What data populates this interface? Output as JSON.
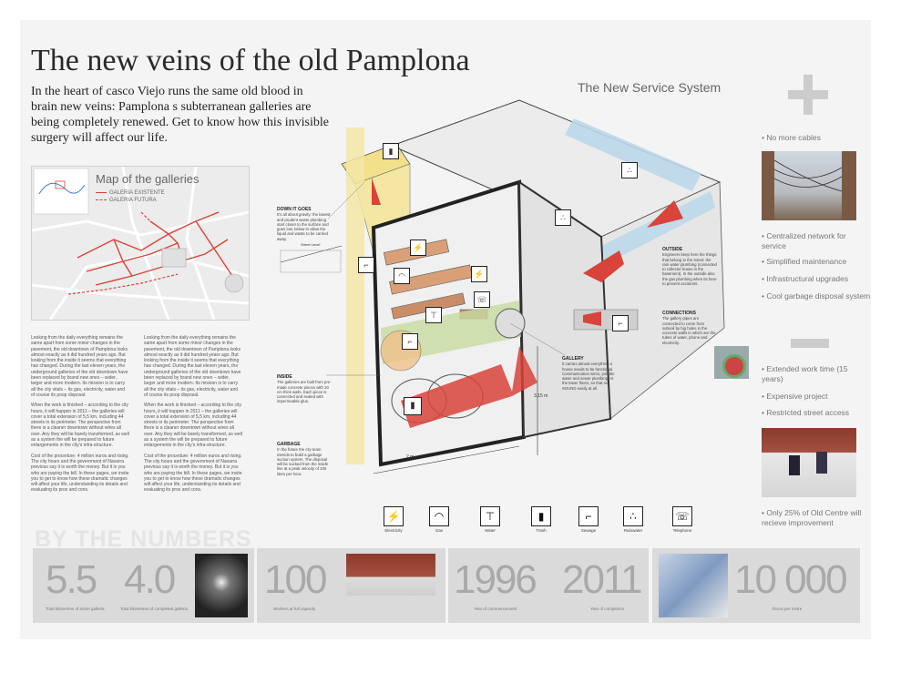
{
  "title": "The new veins of the old Pamplona",
  "intro": "In the heart of casco Viejo runs the same old blood in brain new veins: Pamplona s subterranean galleries are being completely renewed. Get to know how this invisible surgery will affect our life.",
  "map": {
    "title": "Map of the galleries",
    "legend": [
      "GALERIA EXISTENTE",
      "GALERIA FUTURA"
    ]
  },
  "article": {
    "col1": [
      "Looking from the daily everything remains the same apart from some minor changes in the pavement, the old downtown of Pamplona looks almost exactly as it did hundred years ago. But looking from the inside it seems that everything has changed. During the last eleven years, the underground galleries of the old downtown have been replaced by brand new ones – wider, larger and more modern. Its mission is to carry all the city vitals – its gas, electricity, water and of course its poop disposal.",
      "When the work is finished – according to the city hours, it will happen in 2011 – the galleries will cover a total extension of 5,5 km, including 44 streets in its perimeter. The perspective from there is a cleaner downtown without wires all over. Any they will be barely transformed, as well as a system the will be prepared to future enlargements in the city's infra-structure.",
      "Cost of the procedure: 4 million euros and rising. The city hours and the government of Navarra previous say it is worth the money. But it is you who are paying the bill. In these pages, we invite you to get to know how these dramatic changes will affect your life, understanding its details and evaluating its pros and cons."
    ],
    "col2": [
      "Looking from the daily everything remains the same apart from some minor changes in the pavement, the old downtown of Pamplona looks almost exactly as it did hundred years ago. But looking from the inside it seems that everything has changed. During the last eleven years, the underground galleries of the old downtown have been replaced by brand new ones – wider, larger and more modern. Its mission is to carry all the city vitals – its gas, electricity, water and of course its poop disposal.",
      "When the work is finished – according to the city hours, it will happen in 2011 – the galleries will cover a total extension of 5,5 km, including 44 streets in its perimeter. The perspective from there is a cleaner downtown without wires all over. Any they will be barely transformed, as well as a system the will be prepared to future enlargements in the city's infra-structure.",
      "Cost of the procedure: 4 million euros and rising. The city hours and the government of Navarra previous say it is worth the money. But it is you who are paying the bill. In these pages, we invite you to get to know how these dramatic changes will affect your life, understanding its details and evaluating its pros and cons."
    ]
  },
  "diagram": {
    "section_title": "The New Service System",
    "annotations": {
      "down_it_goes": {
        "title": "DOWN IT GOES",
        "text": "It's all about gravity: the lowest and prudent waste plumbing start closer to the surface and goes low, below to allow the liquid and waste to be carried away."
      },
      "outside": {
        "title": "OUTSIDE",
        "text": "Engineers keep here the things that belong to the street: the rain water plumbing (connected to collector boxes in the basement). In the outside also the gas plumbing when its here to prevent accidents."
      },
      "connections": {
        "title": "CONNECTIONS",
        "text": "The gallery pipes are connected to come from subsoil by big holes in the concrete walls in which are the tubes of water, phone and electricity."
      },
      "gallery": {
        "title": "GALLERY",
        "text": "It carries almost everything a house needs to be functional. Communication wires, potable water and sewer plumbing. At the lower floors, so that no SOUND easily at all."
      },
      "inside": {
        "title": "INSIDE",
        "text": "The galleries are built from pre-made concrete pieces with 20 cm thick walls. Each piece is connected and sealed with impermeable glue."
      },
      "garbage": {
        "title": "GARBAGE",
        "text": "In the future the city team intends to build a garbage suction system. The disposal will be sucked from the inside line at a peak velocity of 100 liters per hour."
      }
    },
    "dims": {
      "height": "3,15 m",
      "width": "2 m",
      "street_level": "Street Level"
    },
    "legend": [
      {
        "icon": "electricity-icon",
        "glyph": "⚡",
        "label": "Electricity"
      },
      {
        "icon": "gas-icon",
        "glyph": "◠",
        "label": "Gas"
      },
      {
        "icon": "water-icon",
        "glyph": "⊤",
        "label": "Water"
      },
      {
        "icon": "trash-icon",
        "glyph": "▮",
        "label": "Trash"
      },
      {
        "icon": "sewage-icon",
        "glyph": "⌐",
        "label": "Sewage"
      },
      {
        "icon": "rainwater-icon",
        "glyph": "∴",
        "label": "Rainwater"
      },
      {
        "icon": "telephone-icon",
        "glyph": "☏",
        "label": "Telephone"
      }
    ]
  },
  "pros": [
    "No more cables",
    "Centralized network for service",
    "Simplified maintenance",
    "Infrastructural upgrades",
    "Cool garbage disposal system"
  ],
  "cons": [
    "Extended work time (15 years)",
    "Expensive project",
    "Restricted street access",
    "Only 25% of Old Centre will recieve improvement"
  ],
  "numbers": {
    "title": "BY THE NUMBERS",
    "items": [
      {
        "value": "5.5",
        "label": "Total kilometres of entire galleria"
      },
      {
        "value": "4.0",
        "label": "Total kilometres of completed galleria"
      },
      {
        "value": "100",
        "label": "Workers at full capacity"
      },
      {
        "value": "1996",
        "label": "Year of commencement"
      },
      {
        "value": "2011",
        "label": "Year of completion"
      },
      {
        "value": "10 000",
        "label": "Euros per metre"
      }
    ]
  },
  "colors": {
    "red": "#d8433a",
    "yellow": "#f2e08a",
    "blue": "#bcd8ea",
    "green": "#c7dba0",
    "grey": "#cfcfcf"
  }
}
